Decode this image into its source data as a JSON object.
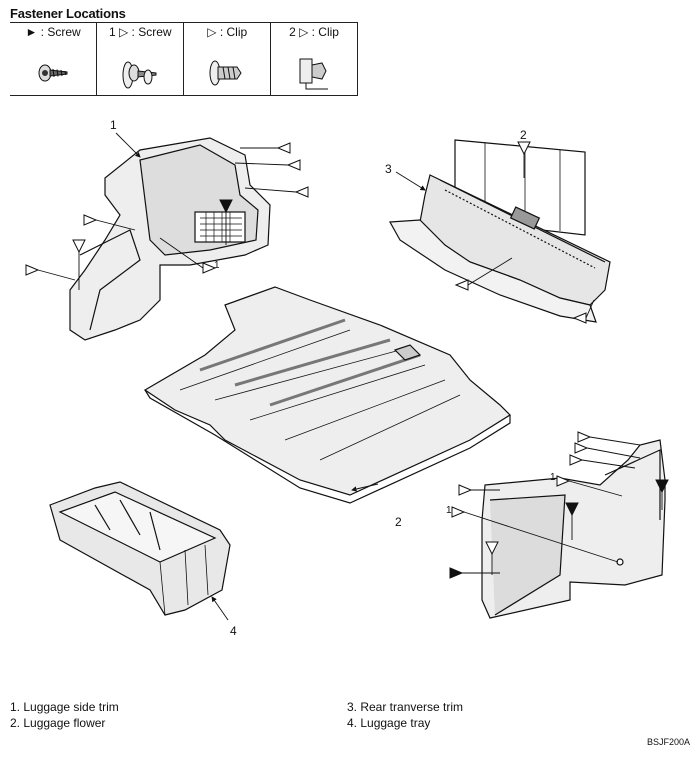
{
  "title": "Fastener Locations",
  "legend": [
    {
      "label": "► : Screw",
      "icon": "screw-icon"
    },
    {
      "label": "1 ▷ : Screw",
      "icon": "screw-washer-icon"
    },
    {
      "label": "▷ : Clip",
      "icon": "clip-icon"
    },
    {
      "label": "2 ▷ : Clip",
      "icon": "clip-2-icon"
    }
  ],
  "callouts": {
    "c1": "1",
    "c2_top": "2",
    "c3": "3",
    "c2_floor": "2",
    "c4": "4",
    "m1_left": "1",
    "m1_right_a": "1",
    "m1_right_b": "1"
  },
  "parts_list": {
    "left": [
      "1. Luggage side trim",
      "2. Luggage flower"
    ],
    "right": [
      "3. Rear tranverse trim",
      "4. Luggage tray"
    ]
  },
  "figure_code": "BSJF200A"
}
